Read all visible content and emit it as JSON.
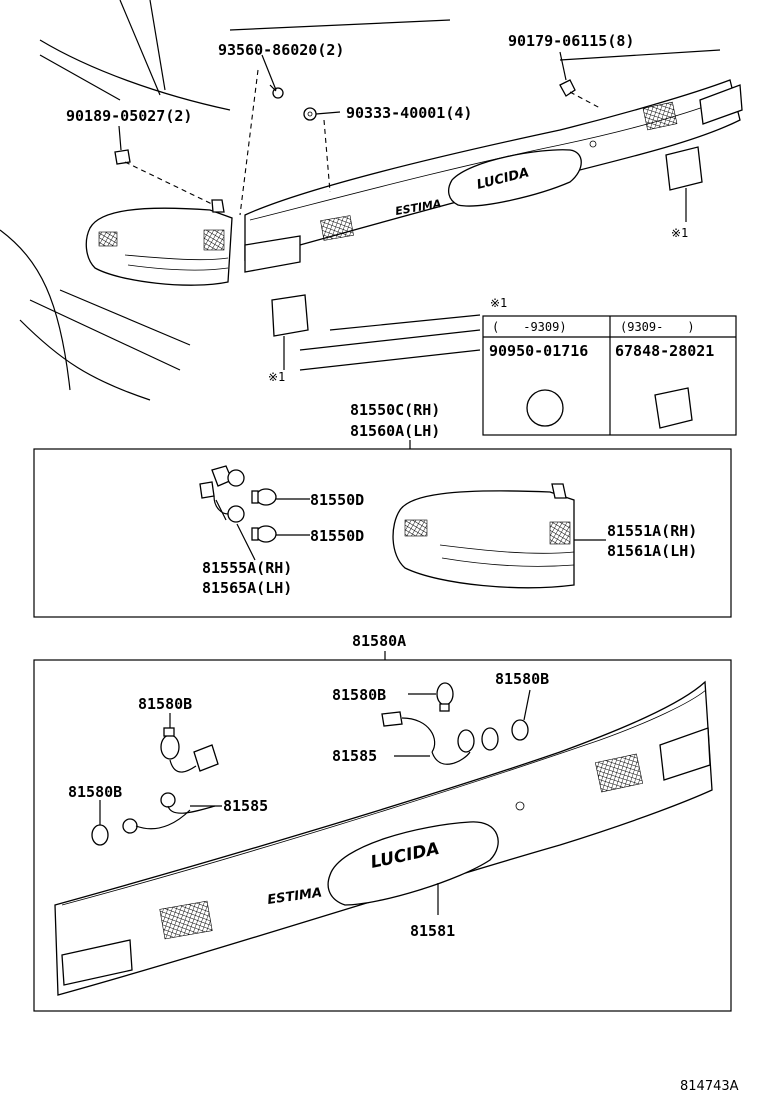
{
  "top_section": {
    "callouts": {
      "screw": "93560-86020(2)",
      "clip_right": "90179-06115(8)",
      "nut_left": "90189-05027(2)",
      "grommet": "90333-40001(4)",
      "note_mark_right": "※1",
      "note_mark_left": "※1"
    },
    "body_badges": {
      "estima": "ESTIMA",
      "lucida": "LUCIDA"
    }
  },
  "note_table": {
    "mark": "※1",
    "headers": [
      "(　　-9309)",
      "(9309-　　)"
    ],
    "parts": [
      "90950-01716",
      "67848-28021"
    ]
  },
  "lamp_assembly": {
    "assembly_labels": [
      "81550C(RH)",
      "81560A(LH)"
    ],
    "bulb_upper": "81550D",
    "bulb_lower": "81550D",
    "lens_labels": [
      "81551A(RH)",
      "81561A(LH)"
    ],
    "socket_labels": [
      "81555A(RH)",
      "81565A(LH)"
    ]
  },
  "garnish_assembly": {
    "assembly_label": "81580A",
    "bulb_left_top": "81580B",
    "bulb_left_bottom": "81580B",
    "bulb_mid": "81580B",
    "bulb_right": "81580B",
    "socket_left": "81585",
    "socket_mid": "81585",
    "lens_label": "81581",
    "badges": {
      "estima": "ESTIMA",
      "lucida": "LUCIDA"
    }
  },
  "illustration_id": "814743A"
}
